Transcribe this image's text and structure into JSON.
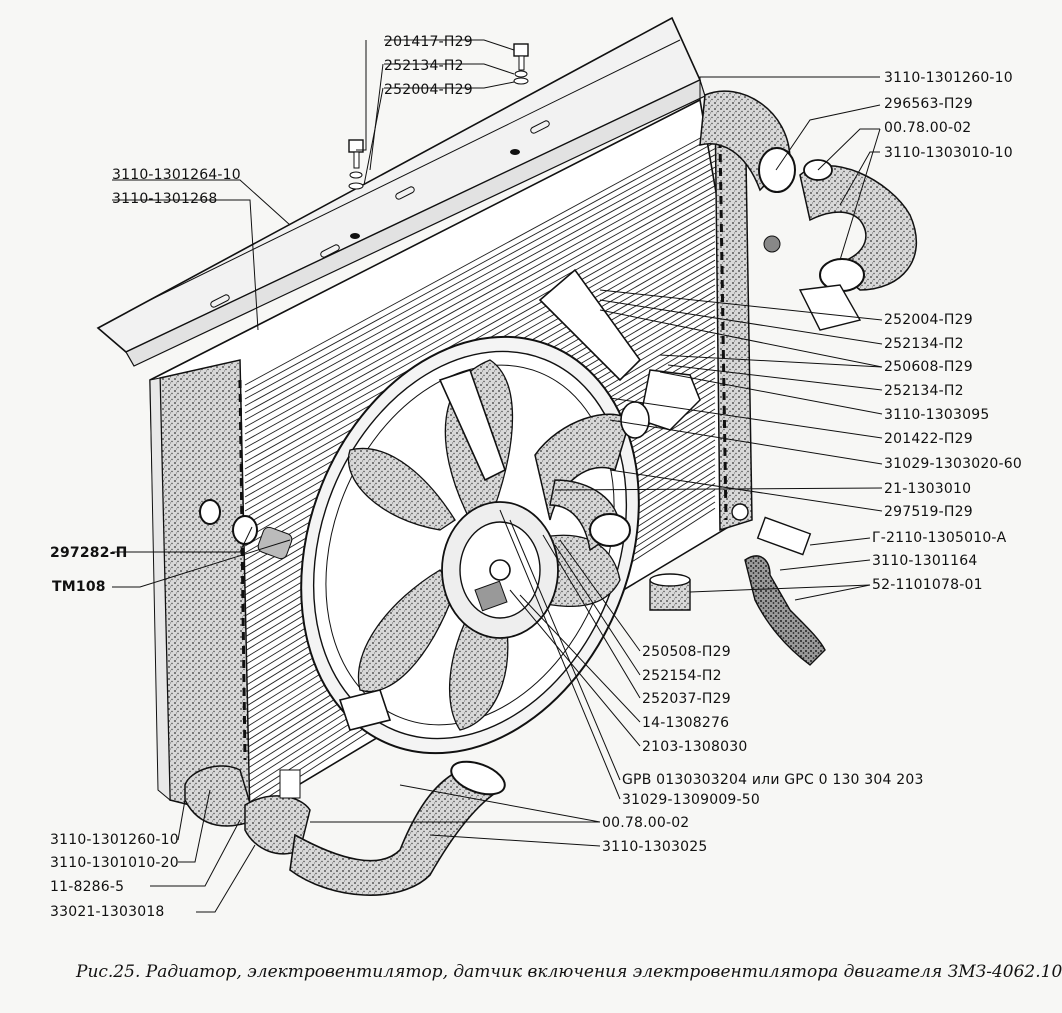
{
  "callouts": {
    "top_center": [
      "201417-П29",
      "252134-П2",
      "252004-П29"
    ],
    "top_left": [
      "3110-1301264-10",
      "3110-1301268"
    ],
    "top_right": [
      "3110-1301260-10",
      "296563-П29",
      "00.78.00-02",
      "3110-1303010-10"
    ],
    "right": [
      "252004-П29",
      "252134-П2",
      "250608-П29",
      "252134-П2",
      "3110-1303095",
      "201422-П29",
      "31029-1303020-60",
      "21-1303010",
      "297519-П29",
      "Г-2110-1305010-А",
      "3110-1301164",
      "52-1101078-01"
    ],
    "left_mid": [
      "297282-П",
      "ТМ108"
    ],
    "bottom_center": [
      "250508-П29",
      "252154-П2",
      "252037-П29",
      "14-1308276",
      "2103-1308030",
      "GPB 0130303204 или GPC 0 130 304 203",
      "31029-1309009-50",
      "00.78.00-02",
      "3110-1303025"
    ],
    "bottom_left": [
      "3110-1301260-10",
      "3110-1301010-20",
      "11-8286-5",
      "33021-1303018"
    ]
  },
  "caption": "Рис.25. Радиатор, электровентилятор, датчик включения электровентилятора двигателя ЗМЗ-4062.10"
}
